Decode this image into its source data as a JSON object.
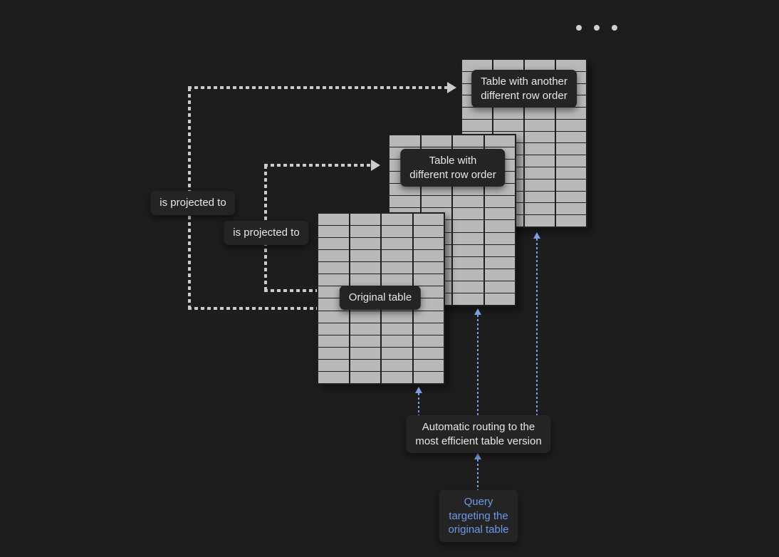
{
  "colors": {
    "background": "#1d1d1d",
    "table_fill": "#b9b9b9",
    "table_grid_line": "#1f1f1f",
    "label_box": "#242424",
    "label_text": "#e8e8e8",
    "gray_arrow": "#cbcbcb",
    "blue_arrow": "#7d9ee2",
    "query_text": "#6e99e8",
    "chrome_dot": "#cfcfcf"
  },
  "tables": [
    {
      "id": "original",
      "label": "Original table",
      "cols": 4,
      "rows": 14
    },
    {
      "id": "different_row_order",
      "label": "Table with\ndifferent row order",
      "cols": 4,
      "rows": 14
    },
    {
      "id": "another_different_row_order",
      "label": "Table with another\ndifferent row order",
      "cols": 4,
      "rows": 14
    }
  ],
  "edges": [
    {
      "from": "original",
      "to": "another_different_row_order",
      "label": "is projected to"
    },
    {
      "from": "original",
      "to": "different_row_order",
      "label": "is projected to"
    }
  ],
  "routing_note": "Automatic routing to the\nmost efficient table version",
  "query_note": "Query\ntargeting the\noriginal table",
  "chrome": {
    "dots_count": 3,
    "icon": "ellipsis-dots"
  }
}
